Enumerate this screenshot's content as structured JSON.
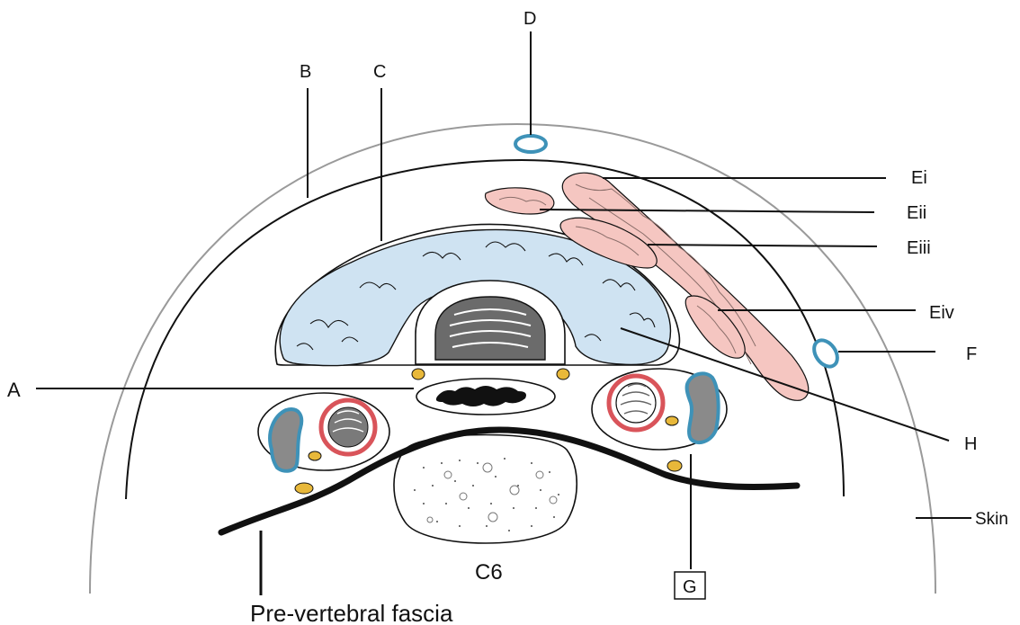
{
  "labels": {
    "a": "A",
    "b": "B",
    "c": "C",
    "d": "D",
    "ei": "Ei",
    "eii": "Eii",
    "eiii": "Eiii",
    "eiv": "Eiv",
    "f": "F",
    "g": "G",
    "h": "H",
    "skin": "Skin",
    "prevertebral_fascia": "Pre-vertebral fascia",
    "vertebra": "C6"
  },
  "colors": {
    "thyroid": "#cfe3f2",
    "muscle": "#f5c6c1",
    "artery": "#d9545a",
    "vein": "#3e92b8",
    "nerve": "#e8b83a",
    "fascia": "#111111",
    "skin": "#999999"
  }
}
